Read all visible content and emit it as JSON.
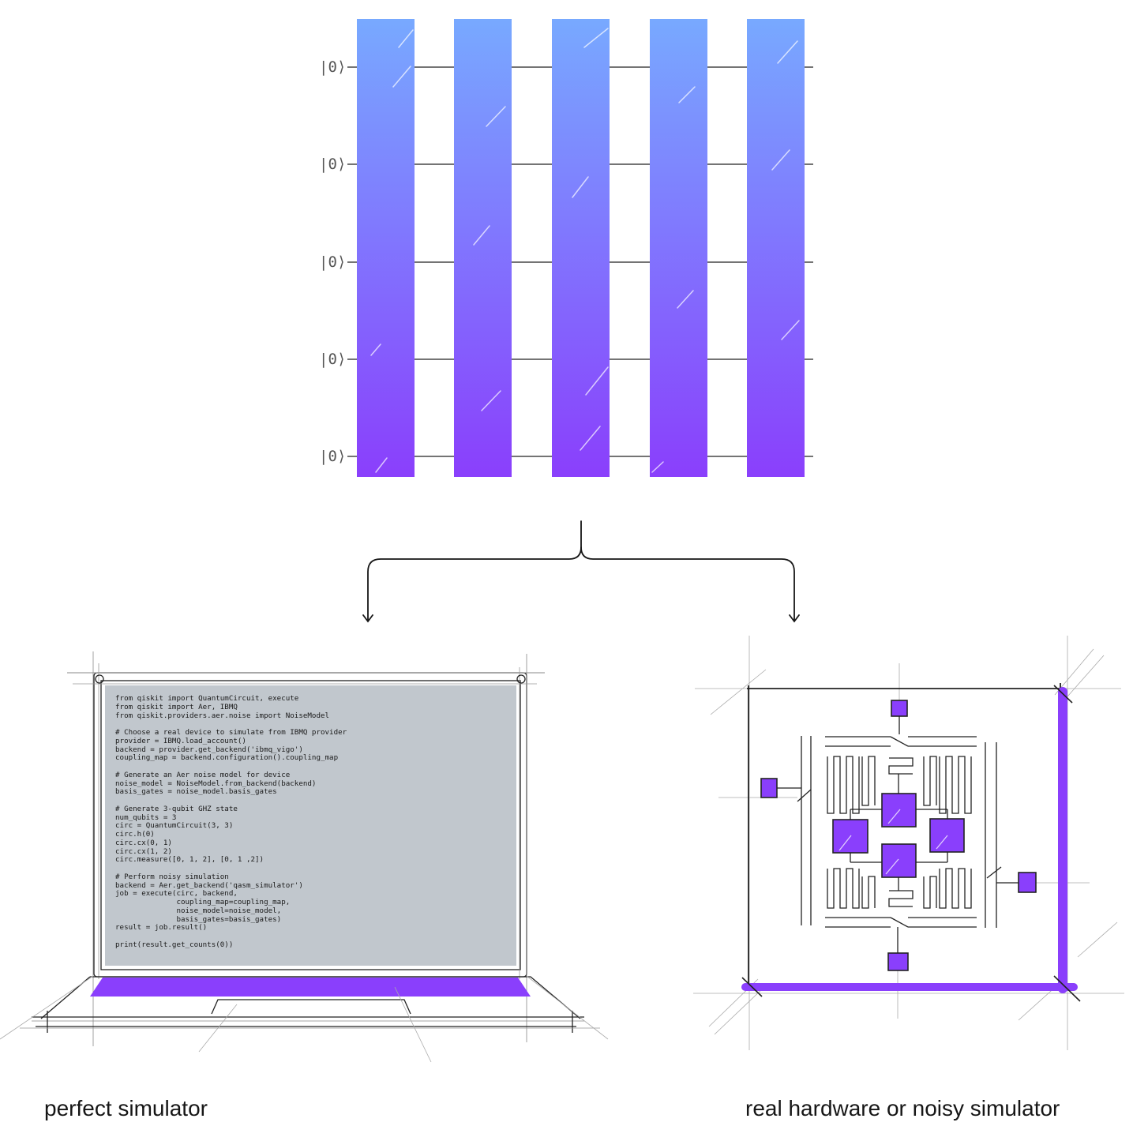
{
  "circuit": {
    "qubit_labels": [
      "|0⟩",
      "|0⟩",
      "|0⟩",
      "|0⟩",
      "|0⟩"
    ],
    "gradient_colors": [
      "#78a9ff",
      "#8a3ffc"
    ]
  },
  "laptop": {
    "code_lines": [
      "from qiskit import QuantumCircuit, execute",
      "from qiskit import Aer, IBMQ",
      "from qiskit.providers.aer.noise import NoiseModel",
      "",
      "# Choose a real device to simulate from IBMQ provider",
      "provider = IBMQ.load_account()",
      "backend = provider.get_backend('ibmq_vigo')",
      "coupling_map = backend.configuration().coupling_map",
      "",
      "# Generate an Aer noise model for device",
      "noise_model = NoiseModel.from_backend(backend)",
      "basis_gates = noise_model.basis_gates",
      "",
      "# Generate 3-qubit GHZ state",
      "num_qubits = 3",
      "circ = QuantumCircuit(3, 3)",
      "circ.h(0)",
      "circ.cx(0, 1)",
      "circ.cx(1, 2)",
      "circ.measure([0, 1, 2], [0, 1 ,2])",
      "",
      "# Perform noisy simulation",
      "backend = Aer.get_backend('qasm_simulator')",
      "job = execute(circ, backend,",
      "              coupling_map=coupling_map,",
      "              noise_model=noise_model,",
      "              basis_gates=basis_gates)",
      "result = job.result()",
      "",
      "print(result.get_counts(0))"
    ],
    "screen_color": "#c1c7cd",
    "accent_color": "#8a3ffc"
  },
  "chip": {
    "accent_color": "#8a3ffc"
  },
  "captions": {
    "left": "perfect simulator",
    "right": "real hardware or noisy simulator"
  }
}
